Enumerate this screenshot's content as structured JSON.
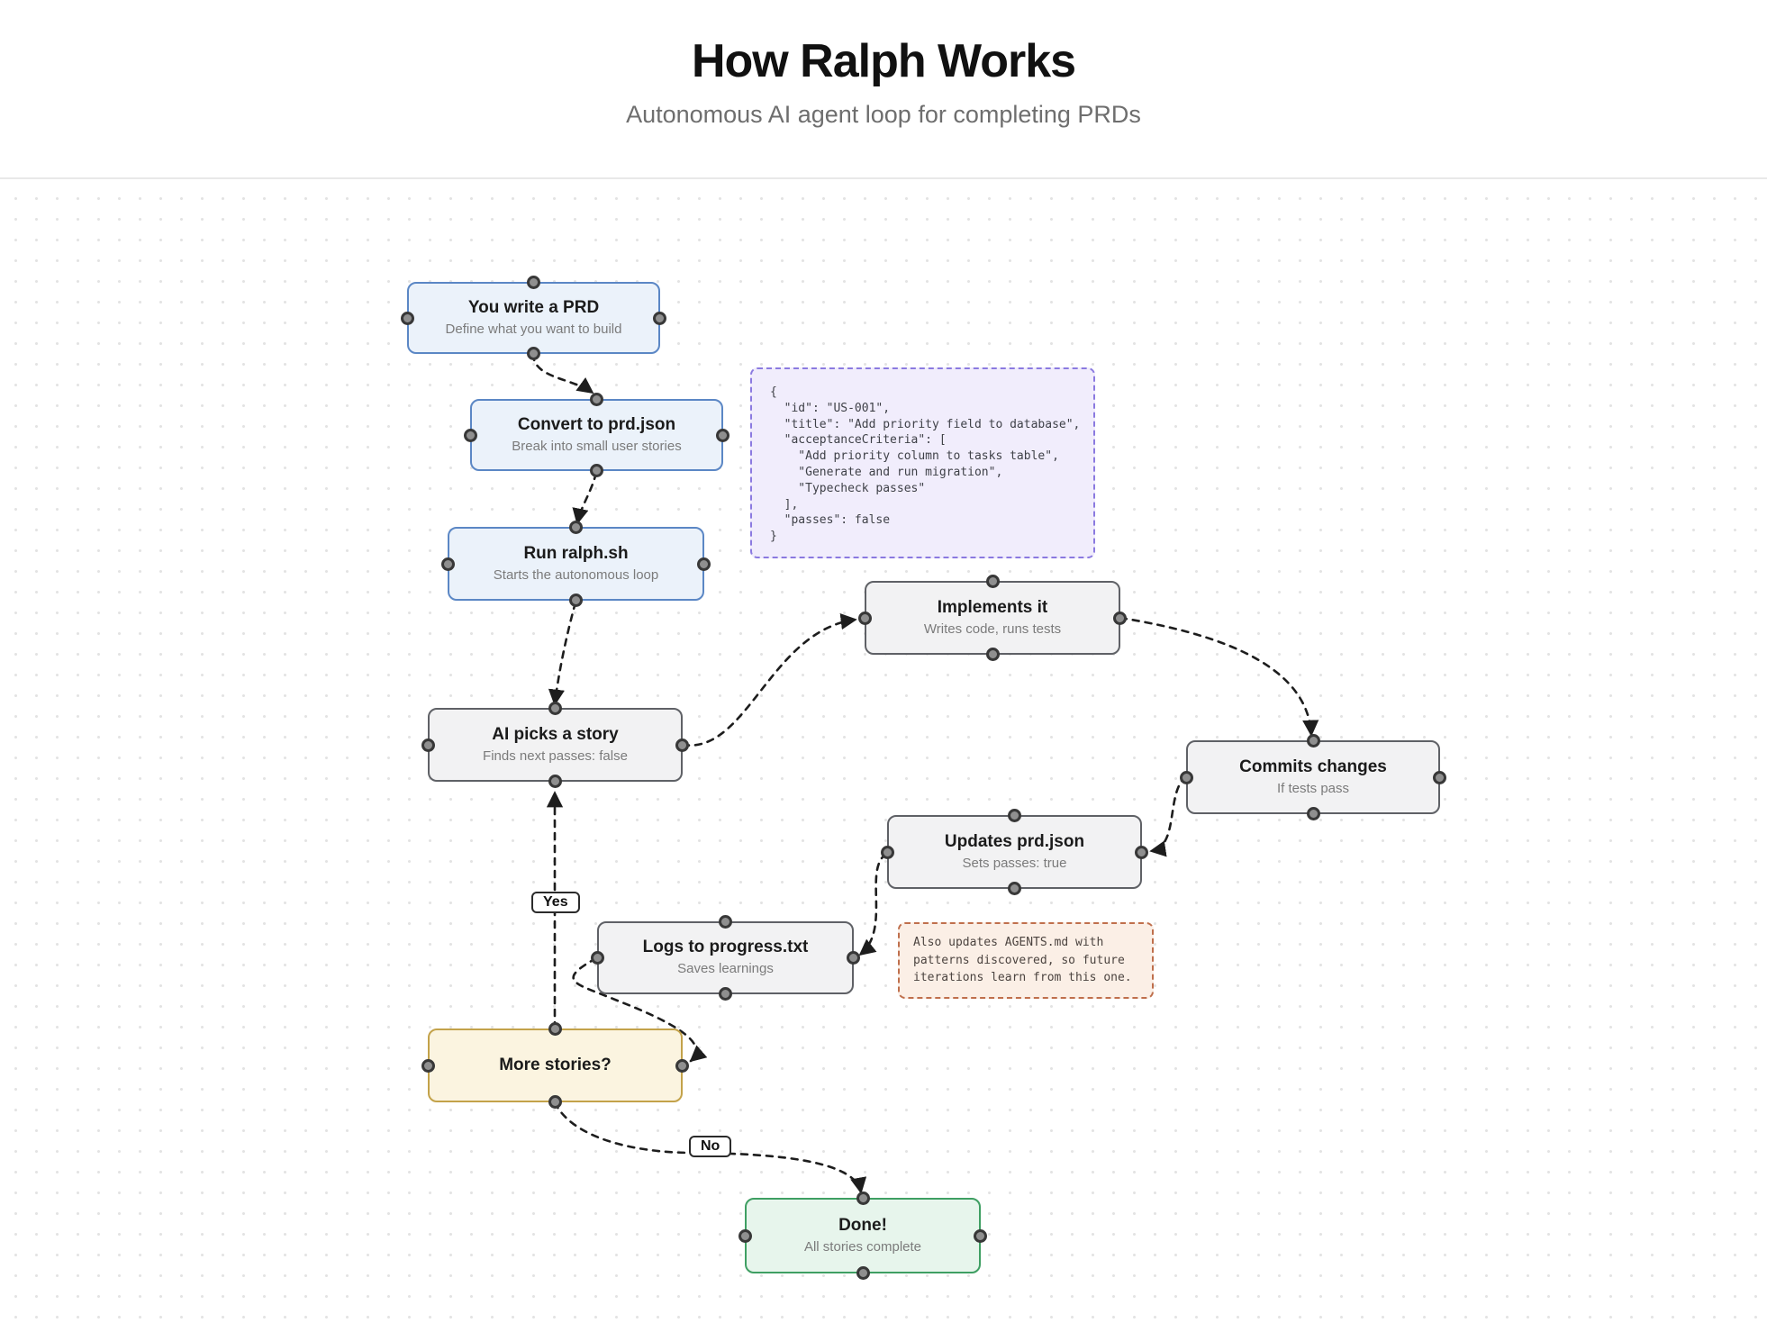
{
  "header": {
    "title": "How Ralph Works",
    "subtitle": "Autonomous AI agent loop for completing PRDs"
  },
  "nodes": [
    {
      "title": "You write a PRD",
      "subtitle": "Define what you want to build"
    },
    {
      "title": "Convert to prd.json",
      "subtitle": "Break into small user stories"
    },
    {
      "title": "Run ralph.sh",
      "subtitle": "Starts the autonomous loop"
    },
    {
      "title": "Implements it",
      "subtitle": "Writes code, runs tests"
    },
    {
      "title": "AI picks a story",
      "subtitle": "Finds next passes: false"
    },
    {
      "title": "Commits changes",
      "subtitle": "If tests pass"
    },
    {
      "title": "Updates prd.json",
      "subtitle": "Sets passes: true"
    },
    {
      "title": "Logs to progress.txt",
      "subtitle": "Saves learnings"
    },
    {
      "title": "More stories?",
      "subtitle": ""
    },
    {
      "title": "Done!",
      "subtitle": "All stories complete"
    }
  ],
  "code_block": {
    "text": "{\n  \"id\": \"US-001\",\n  \"title\": \"Add priority field to database\",\n  \"acceptanceCriteria\": [\n    \"Add priority column to tasks table\",\n    \"Generate and run migration\",\n    \"Typecheck passes\"\n  ],\n  \"passes\": false\n}"
  },
  "agents_note": {
    "text": "Also updates AGENTS.md with\npatterns discovered, so future\niterations learn from this one."
  },
  "edge_labels": {
    "yes": "Yes",
    "no": "No"
  },
  "colors": {
    "edge": "#1d1d1d",
    "blue_border": "#5b87c5",
    "blue_fill": "#ebf2fa",
    "gray_border": "#5f6166",
    "gray_fill": "#f2f2f3",
    "yellow_border": "#c3a24a",
    "yellow_fill": "#fbf4e0",
    "green_border": "#3f9f63",
    "green_fill": "#e7f5ec",
    "purple_border": "#8b7ae0",
    "purple_fill": "#f1edfc",
    "orange_border": "#bf6f4c",
    "orange_fill": "#fbefe6"
  }
}
